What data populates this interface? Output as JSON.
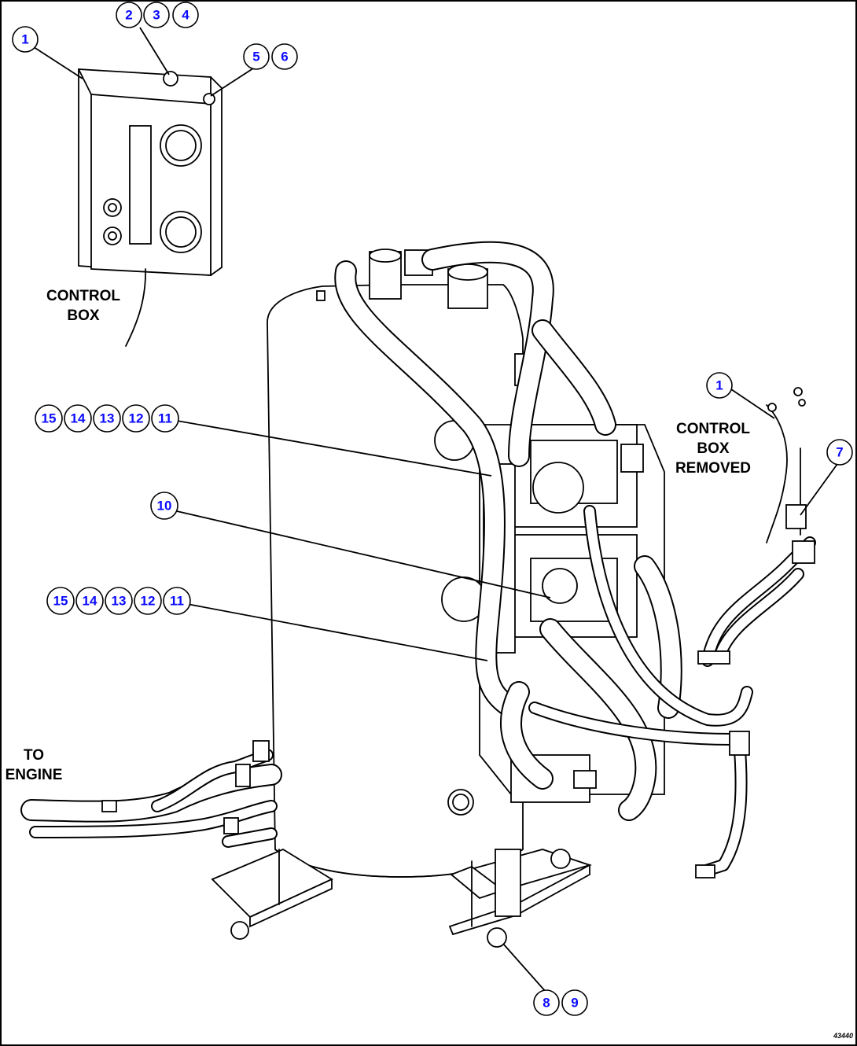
{
  "labels": {
    "control_box": [
      "CONTROL",
      "BOX"
    ],
    "control_box_removed": [
      "CONTROL",
      "BOX",
      "REMOVED"
    ],
    "to_engine": [
      "TO",
      "ENGINE"
    ]
  },
  "callouts": {
    "c1_top": "1",
    "c2": "2",
    "c3": "3",
    "c4": "4",
    "c5": "5",
    "c6": "6",
    "upper_group": [
      "15",
      "14",
      "13",
      "12",
      "11"
    ],
    "c10": "10",
    "lower_group": [
      "15",
      "14",
      "13",
      "12",
      "11"
    ],
    "c1_right": "1",
    "c7": "7",
    "c8": "8",
    "c9": "9"
  },
  "figure_number": "43440",
  "colors": {
    "callout_text": "#0a0aff",
    "line": "#000000",
    "background": "#ffffff"
  }
}
